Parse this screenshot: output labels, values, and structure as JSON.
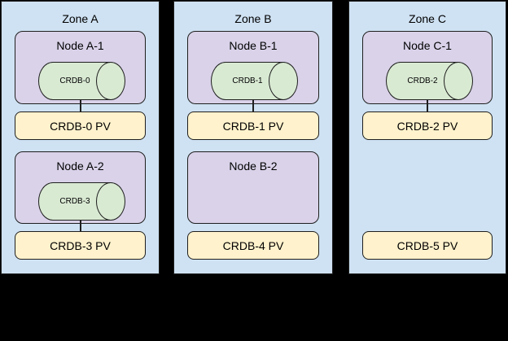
{
  "colors": {
    "background": "#000000",
    "zone_fill": "#cfe2f3",
    "node_fill": "#d9d2e9",
    "database_fill": "#d9ead3",
    "pv_fill": "#fff2cc",
    "border": "#1f1f1f"
  },
  "zones": [
    {
      "label": "Zone A",
      "node1": {
        "label": "Node A-1",
        "db": "CRDB-0"
      },
      "pv1": "CRDB-0 PV",
      "node2": {
        "label": "Node A-2",
        "db": "CRDB-3"
      },
      "pv2": "CRDB-3 PV"
    },
    {
      "label": "Zone B",
      "node1": {
        "label": "Node B-1",
        "db": "CRDB-1"
      },
      "pv1": "CRDB-1 PV",
      "node2": {
        "label": "Node B-2"
      },
      "pv2": "CRDB-4 PV"
    },
    {
      "label": "Zone C",
      "node1": {
        "label": "Node C-1",
        "db": "CRDB-2"
      },
      "pv1": "CRDB-2 PV",
      "pv2": "CRDB-5 PV"
    }
  ]
}
